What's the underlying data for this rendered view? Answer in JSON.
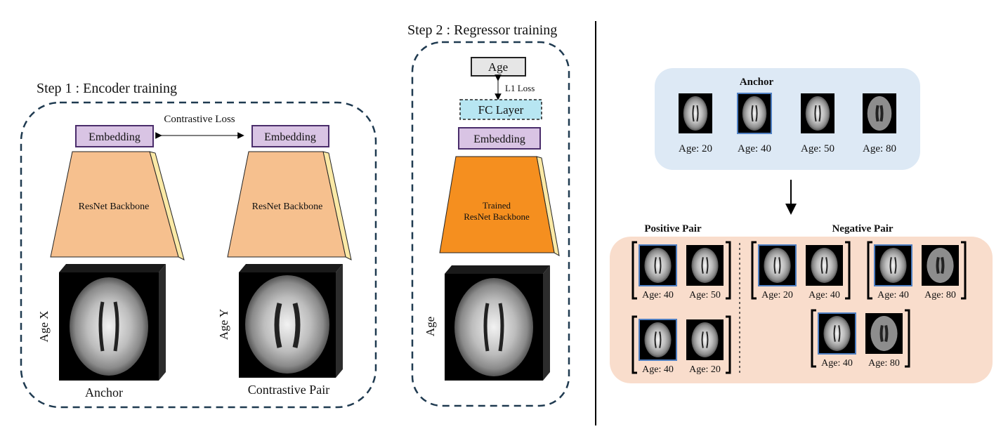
{
  "step1": {
    "title": "Step 1 : Encoder training",
    "loss_label": "Contrastive Loss",
    "left": {
      "embedding": "Embedding",
      "backbone": "ResNet Backbone",
      "age_label": "Age X",
      "caption": "Anchor"
    },
    "right": {
      "embedding": "Embedding",
      "backbone": "ResNet Backbone",
      "age_label": "Age Y",
      "caption": "Contrastive Pair"
    }
  },
  "step2": {
    "title": "Step 2 : Regressor training",
    "age_box": "Age",
    "loss_label": "L1 Loss",
    "fc_layer": "FC Layer",
    "embedding": "Embedding",
    "backbone_line1": "Trained",
    "backbone_line2": "ResNet Backbone",
    "age_label": "Age"
  },
  "anchor_panel": {
    "title": "Anchor",
    "items": [
      {
        "label": "Age: 20"
      },
      {
        "label": "Age: 40"
      },
      {
        "label": "Age: 50"
      },
      {
        "label": "Age: 80"
      }
    ]
  },
  "pairs_panel": {
    "positive_title": "Positive Pair",
    "negative_title": "Negative Pair",
    "positive_pairs": [
      {
        "left": "Age: 40",
        "right": "Age: 50"
      },
      {
        "left": "Age: 40",
        "right": "Age: 20"
      }
    ],
    "negative_pairs": [
      {
        "left": "Age: 20",
        "right": "Age: 40"
      },
      {
        "left": "Age: 40",
        "right": "Age: 80"
      },
      {
        "left": "Age: 40",
        "right": "Age: 80"
      }
    ]
  },
  "colors": {
    "embedding_fill": "#d9c4e4",
    "embedding_stroke": "#4a2d6b",
    "backbone_fill": "#f6c08e",
    "trained_backbone_fill": "#f58f1f",
    "backbone_side": "#fbe9a6",
    "fc_fill": "#b7e6f2",
    "age_box_fill": "#e6e6e6",
    "dashed_stroke": "#1f3a50",
    "anchor_panel_fill": "#dde9f5",
    "pairs_panel_fill": "#f9ddcc",
    "highlight_border": "#4f7fc2"
  }
}
